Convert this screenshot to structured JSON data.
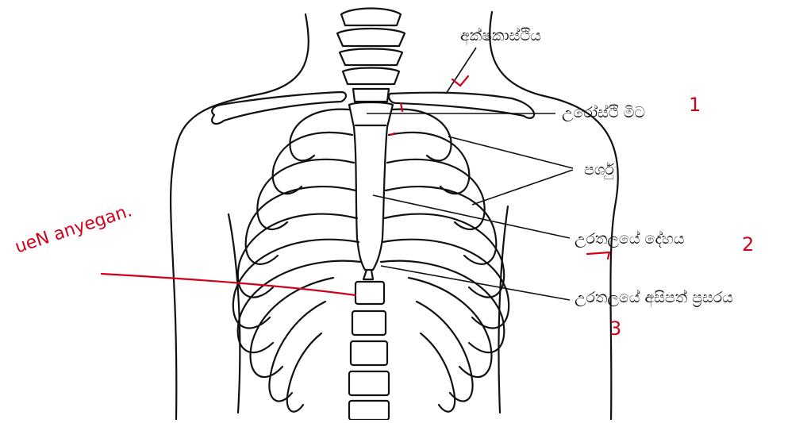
{
  "labels": {
    "clavicle": "අක්ෂකාස්ථිය",
    "manubrium": "උරෝස්ථි මිට",
    "ribs": "පර්ශු",
    "sternum_body": "උරතලයේ දේහය",
    "xiphoid": "උරතලයේ අසිපත් ප්‍රසරය"
  },
  "handwritten": {
    "num1": "1",
    "num2": "2",
    "num3": "3",
    "spine_note": "ueN anyegan."
  },
  "colors": {
    "ink": "#111111",
    "annotation": "#d0021b"
  }
}
